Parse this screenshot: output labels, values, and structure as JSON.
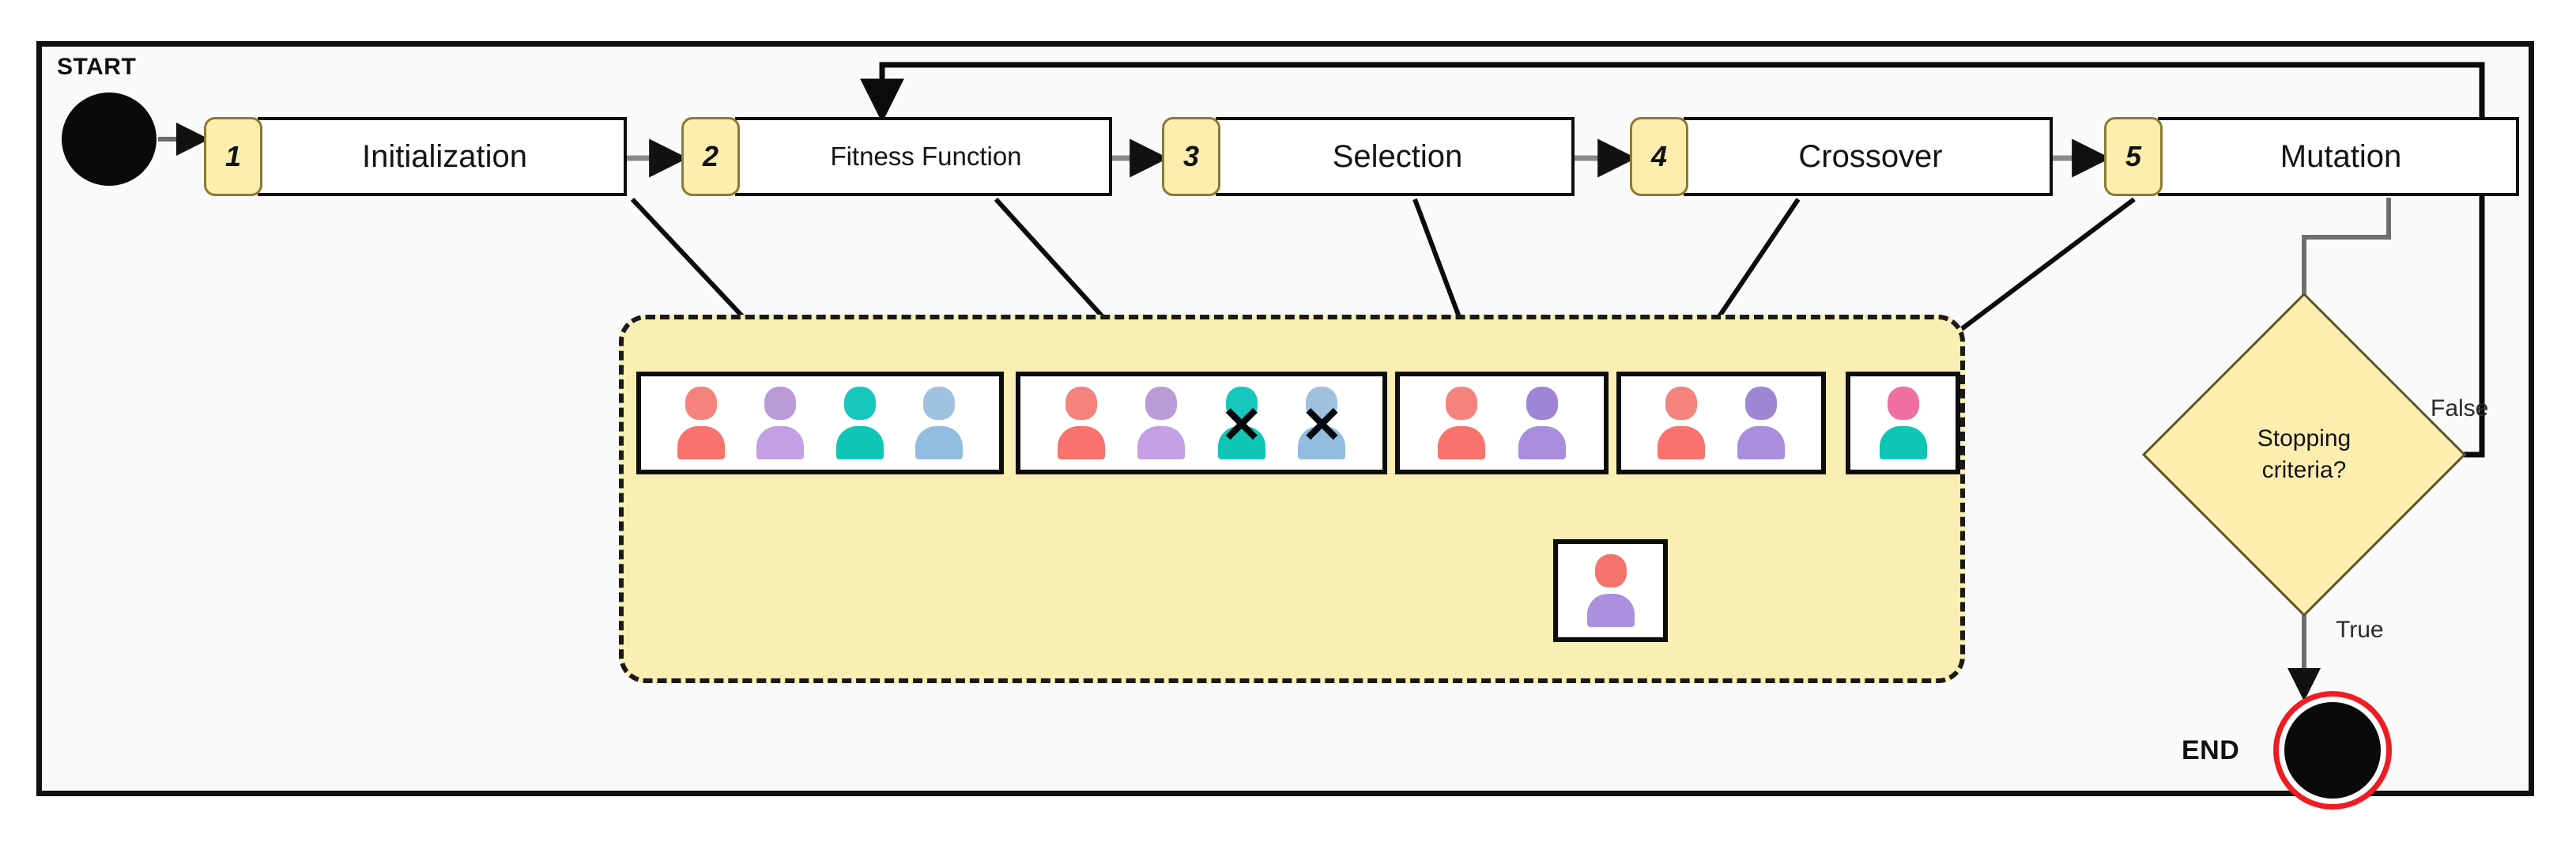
{
  "diagram": {
    "title": "Genetic Algorithm Flowchart",
    "type": "flowchart"
  },
  "terminals": {
    "start": {
      "label": "START",
      "shape": "filled-circle"
    },
    "end": {
      "label": "END",
      "shape": "filled-circle-ringed",
      "ring_color": "#ef1c24"
    }
  },
  "steps": [
    {
      "num": "1",
      "label": "Initialization"
    },
    {
      "num": "2",
      "label": "Fitness Function"
    },
    {
      "num": "3",
      "label": "Selection"
    },
    {
      "num": "4",
      "label": "Crossover"
    },
    {
      "num": "5",
      "label": "Mutation"
    }
  ],
  "decision": {
    "line1": "Stopping",
    "line2": "criteria?",
    "false_label": "False",
    "true_label": "True"
  },
  "population_panels": [
    {
      "name": "initial-population",
      "people": [
        {
          "head": "#f4837d",
          "body": "#f9736e",
          "x": false
        },
        {
          "head": "#bb9ad8",
          "body": "#c3a0e2",
          "x": false
        },
        {
          "head": "#16c7bd",
          "body": "#0fc5b4",
          "x": false
        },
        {
          "head": "#9fc0df",
          "body": "#92bde0",
          "x": false
        }
      ]
    },
    {
      "name": "evaluated-population",
      "people": [
        {
          "head": "#f4837d",
          "body": "#f9736e",
          "x": false
        },
        {
          "head": "#bb9ad8",
          "body": "#c3a0e2",
          "x": false
        },
        {
          "head": "#16c7bd",
          "body": "#0fc5b4",
          "x": true
        },
        {
          "head": "#9fc0df",
          "body": "#92bde0",
          "x": true
        }
      ]
    },
    {
      "name": "selected-parents",
      "people": [
        {
          "head": "#f4837d",
          "body": "#f9736e",
          "x": false
        },
        {
          "head": "#9e86d4",
          "body": "#a98ddf",
          "x": false
        }
      ]
    },
    {
      "name": "crossover-parents",
      "people": [
        {
          "head": "#f4837d",
          "body": "#f9736e",
          "x": false
        },
        {
          "head": "#9e86d4",
          "body": "#a98ddf",
          "x": false
        }
      ]
    },
    {
      "name": "mutated-individual",
      "people": [
        {
          "head": "#ef6fa0",
          "body": "#0fc5b4",
          "x": false
        }
      ]
    }
  ],
  "offspring_panel": {
    "name": "offspring",
    "people": [
      {
        "head": "#f4736d",
        "body": "#ab91dd",
        "x": false
      }
    ]
  },
  "colors": {
    "panel_group_fill": "#fbeeb2",
    "step_tab_fill": "#fdeeb0",
    "decision_fill": "#fdeeb0",
    "frame_border": "#111111",
    "end_ring": "#ef1c24"
  }
}
